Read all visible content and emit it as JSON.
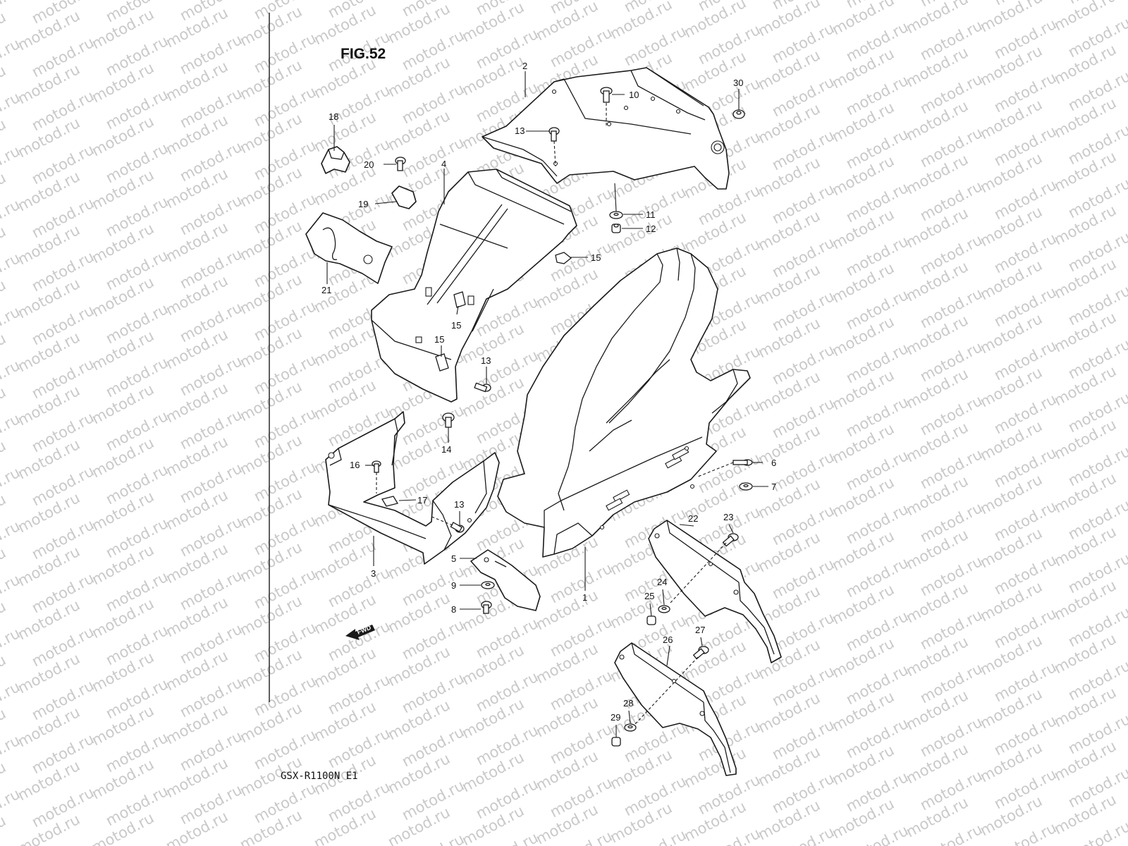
{
  "figure": {
    "title": "FIG.52",
    "model": "GSX-R1100N E1",
    "fwd_label": "FWD"
  },
  "watermark": "motod.ru",
  "callouts": {
    "p1": "1",
    "p2": "2",
    "p3": "3",
    "p4": "4",
    "p5": "5",
    "p6": "6",
    "p7": "7",
    "p8": "8",
    "p9": "9",
    "p10": "10",
    "p11": "11",
    "p12": "12",
    "p13a": "13",
    "p13b": "13",
    "p13c": "13",
    "p14": "14",
    "p15a": "15",
    "p15b": "15",
    "p15c": "15",
    "p16": "16",
    "p17": "17",
    "p18": "18",
    "p19": "19",
    "p20": "20",
    "p21": "21",
    "p22": "22",
    "p23": "23",
    "p24": "24",
    "p25": "25",
    "p26": "26",
    "p27": "27",
    "p28": "28",
    "p29": "29",
    "p30": "30"
  },
  "colors": {
    "line": "#1a1a1a",
    "watermark": "#c9c9c9",
    "background": "#ffffff"
  }
}
